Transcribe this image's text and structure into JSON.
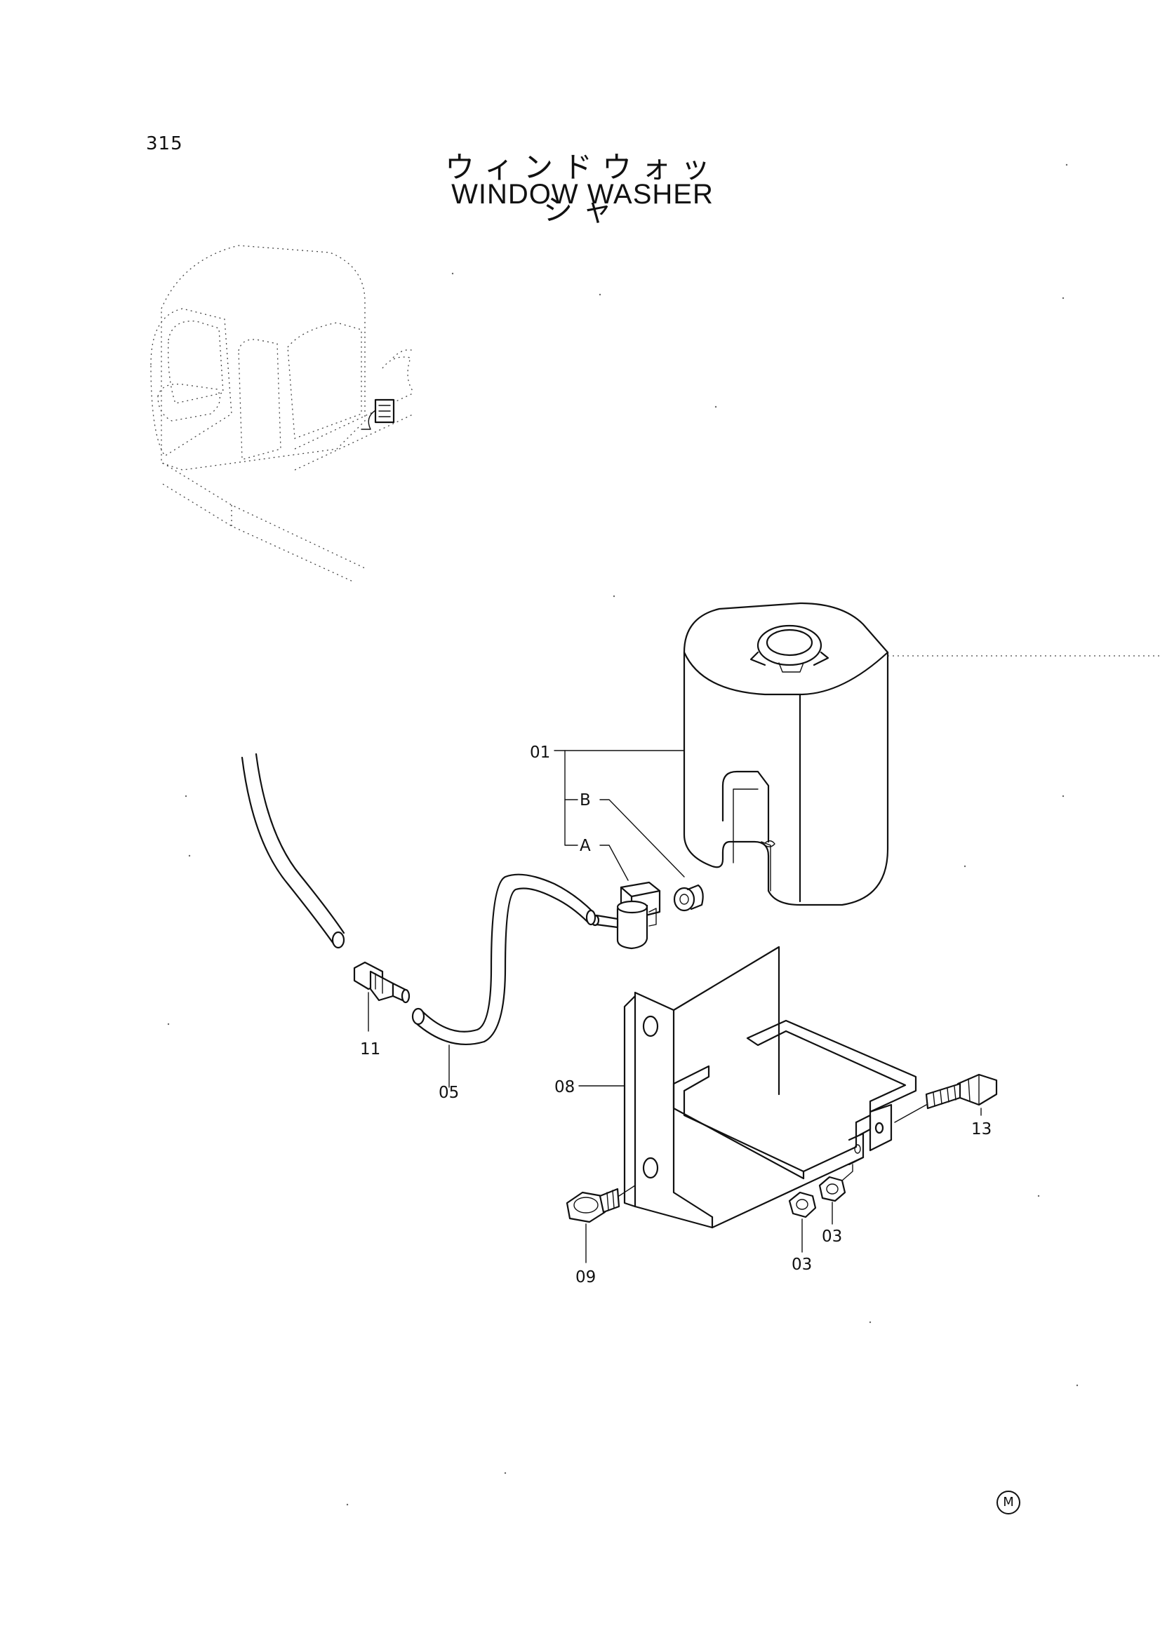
{
  "page": {
    "number": "315",
    "title_jp": "ウィンドウォッシャ",
    "title_en": "WINDOW WASHER",
    "mark": "M"
  },
  "callouts": {
    "tank": "01",
    "sub_b": "B",
    "sub_a": "A",
    "tube": "05",
    "joint": "11",
    "bracket": "08",
    "bolt_left": "09",
    "nut_1": "03",
    "nut_2": "03",
    "bolt_right": "13"
  }
}
